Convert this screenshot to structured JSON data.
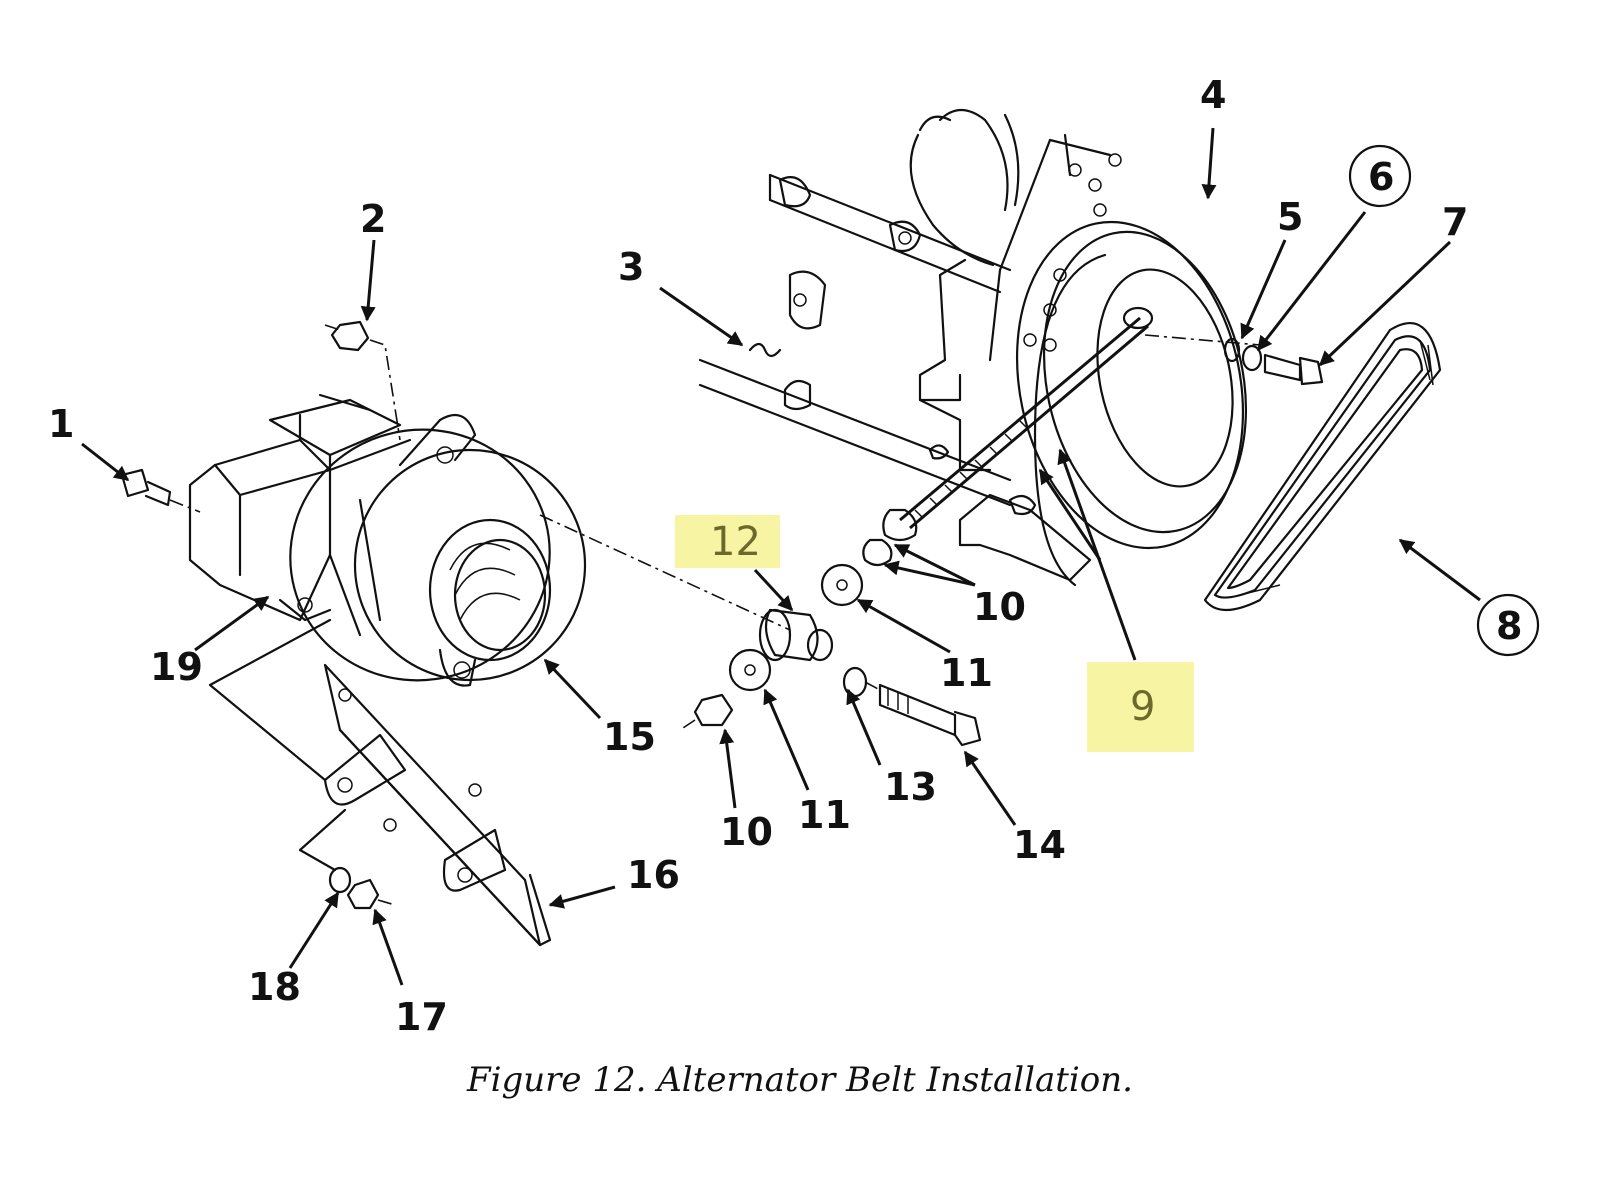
{
  "figure": {
    "caption": "Figure 12.  Alternator Belt Installation.",
    "highlight_color": "#f7f5a4",
    "callouts": [
      {
        "id": "1",
        "text": "1",
        "circled": false,
        "highlighted": false
      },
      {
        "id": "2",
        "text": "2",
        "circled": false,
        "highlighted": false
      },
      {
        "id": "3",
        "text": "3",
        "circled": false,
        "highlighted": false
      },
      {
        "id": "4",
        "text": "4",
        "circled": false,
        "highlighted": false
      },
      {
        "id": "5",
        "text": "5",
        "circled": false,
        "highlighted": false
      },
      {
        "id": "6",
        "text": "6",
        "circled": true,
        "highlighted": false
      },
      {
        "id": "7",
        "text": "7",
        "circled": false,
        "highlighted": false
      },
      {
        "id": "8",
        "text": "8",
        "circled": true,
        "highlighted": false
      },
      {
        "id": "9",
        "text": "9",
        "circled": false,
        "highlighted": true
      },
      {
        "id": "10a",
        "text": "10",
        "circled": false,
        "highlighted": false
      },
      {
        "id": "10b",
        "text": "10",
        "circled": false,
        "highlighted": false
      },
      {
        "id": "11a",
        "text": "11",
        "circled": false,
        "highlighted": false
      },
      {
        "id": "11b",
        "text": "11",
        "circled": false,
        "highlighted": false
      },
      {
        "id": "12",
        "text": "12",
        "circled": false,
        "highlighted": true
      },
      {
        "id": "13",
        "text": "13",
        "circled": false,
        "highlighted": false
      },
      {
        "id": "14",
        "text": "14",
        "circled": false,
        "highlighted": false
      },
      {
        "id": "15",
        "text": "15",
        "circled": false,
        "highlighted": false
      },
      {
        "id": "16",
        "text": "16",
        "circled": false,
        "highlighted": false
      },
      {
        "id": "17",
        "text": "17",
        "circled": false,
        "highlighted": false
      },
      {
        "id": "18",
        "text": "18",
        "circled": false,
        "highlighted": false
      },
      {
        "id": "19",
        "text": "19",
        "circled": false,
        "highlighted": false
      }
    ]
  }
}
